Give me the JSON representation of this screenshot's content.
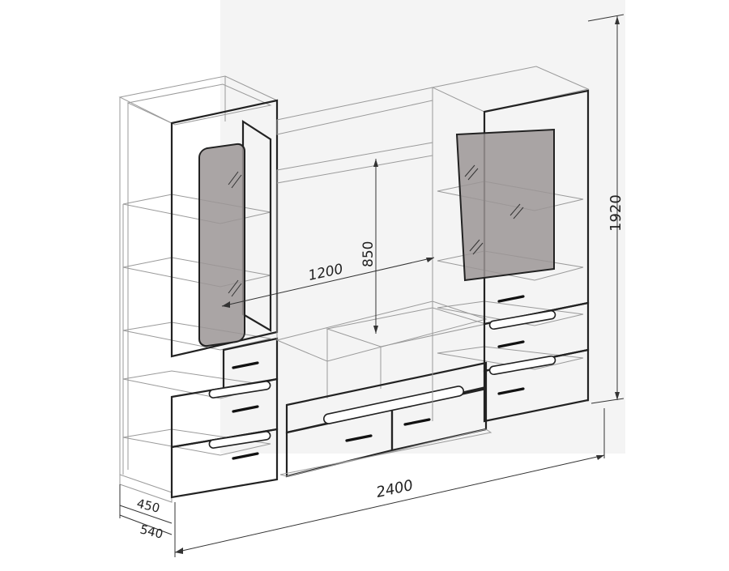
{
  "colors": {
    "background": "#ffffff",
    "backdrop_panel": "#f4f4f4",
    "glass": "#9b9595",
    "outline": "#222222",
    "wire": "#9a9a9a"
  },
  "dimensions": {
    "width": "2400",
    "height": "1920",
    "depth_outer": "540",
    "depth_inner": "450",
    "niche_width": "1200",
    "niche_height": "850"
  },
  "icons": {
    "glass_reflection": "diagonal-hatch-icon",
    "drawer_pull": "bar-handle-icon"
  }
}
